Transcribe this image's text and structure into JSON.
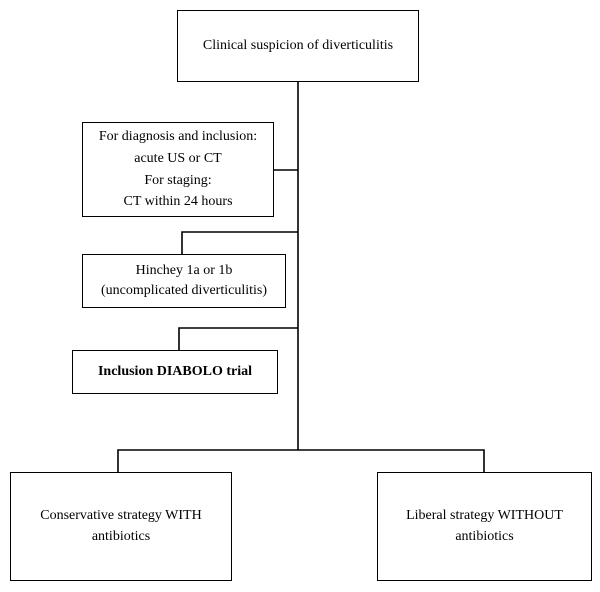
{
  "nodes": {
    "suspicion": {
      "text": "Clinical suspicion of diverticulitis"
    },
    "imaging": {
      "lines": [
        "For diagnosis and inclusion:",
        "acute US or CT",
        "For staging:",
        "CT within 24 hours"
      ]
    },
    "hinchey": {
      "lines": [
        "Hinchey 1a or 1b",
        "(uncomplicated diverticulitis)"
      ]
    },
    "inclusion": {
      "text": "Inclusion DIABOLO trial"
    },
    "conservative": {
      "text": "Conservative strategy WITH antibiotics"
    },
    "liberal": {
      "text": "Liberal strategy WITHOUT antibiotics"
    }
  }
}
